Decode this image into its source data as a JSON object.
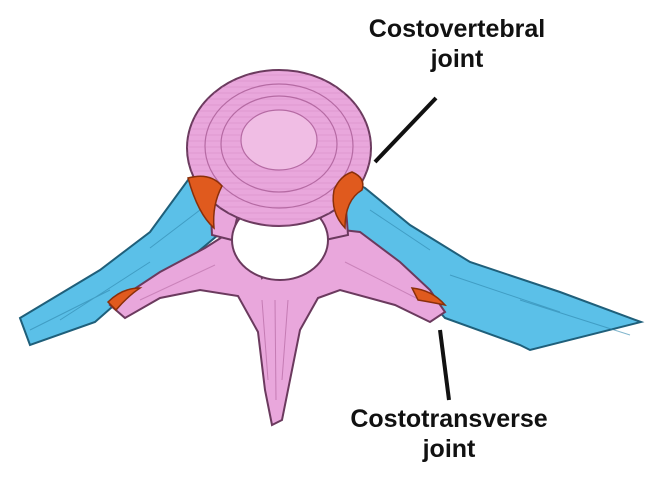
{
  "labels": {
    "costovertebral": {
      "line1": "Costovertebral",
      "line2": "joint"
    },
    "costotransverse": {
      "line1": "Costotransverse",
      "line2": "joint"
    }
  },
  "colors": {
    "vertebra": "#e9a7dc",
    "vertebra_outline": "#6b3a5e",
    "rib": "#5bc0e8",
    "rib_outline": "#1f5f7a",
    "joint": "#e05a1e",
    "line": "#111111",
    "background": "#ffffff"
  }
}
